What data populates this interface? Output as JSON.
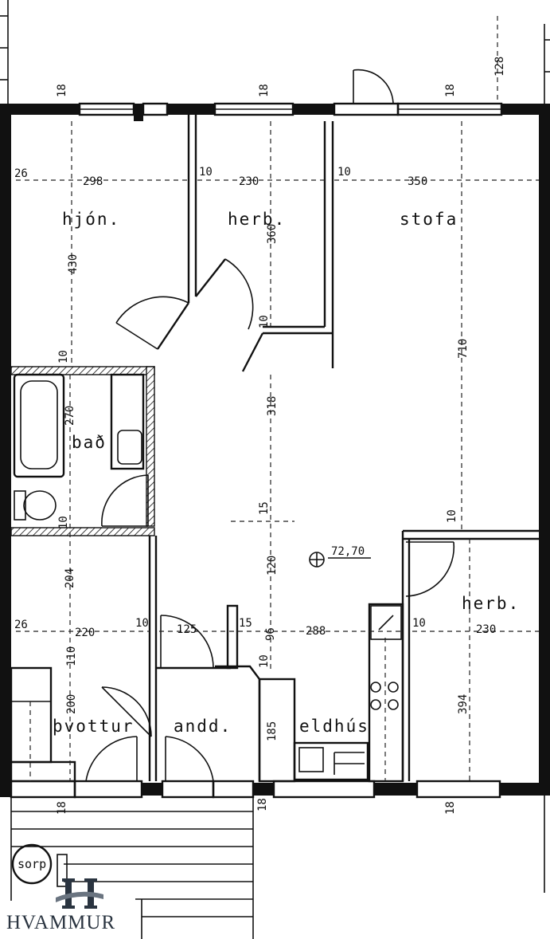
{
  "rooms": {
    "hjon": "hjón.",
    "herb_top": "herb.",
    "stofa": "stofa",
    "bad": "bað",
    "herb_right": "herb.",
    "thvottur": "þvottur",
    "andd": "andd.",
    "eldhus": "eldhús",
    "sorp": "sorp"
  },
  "dimensions": {
    "d18_a": "18",
    "d18_b": "18",
    "d18_c": "18",
    "d128": "128",
    "d26_a": "26",
    "d298": "298",
    "d10_a": "10",
    "d230_a": "230",
    "d10_b": "10",
    "d350": "350",
    "d430": "430",
    "d360": "360",
    "d10_c": "10",
    "d710": "710",
    "d10_d": "10",
    "d270": "270",
    "d318": "318",
    "d15_a": "15",
    "d10_e": "10",
    "area": "72,70",
    "d10_f": "10",
    "d120": "120",
    "d204": "204",
    "d26_b": "26",
    "d220": "220",
    "d10_g": "10",
    "d125": "125",
    "d15_b": "15",
    "d96": "96",
    "d288": "288",
    "d10_h": "10",
    "d230_b": "230",
    "d110": "110",
    "d10_i": "10",
    "d200": "200",
    "d185": "185",
    "d394": "394",
    "d18_d": "18",
    "d18_e": "18",
    "d18_f": "18"
  },
  "logo": {
    "name": "HVAMMUR"
  }
}
